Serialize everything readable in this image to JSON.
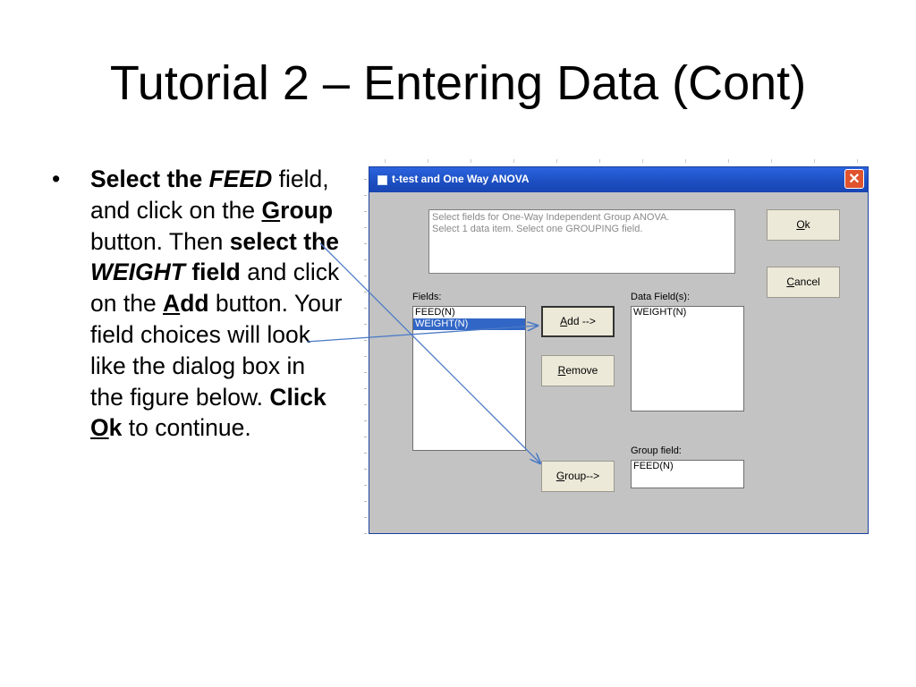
{
  "slide": {
    "title": "Tutorial 2 – Entering Data (Cont)",
    "bullet": {
      "dot": "•",
      "p1": "Select the ",
      "p2": "FEED",
      "p3": " field, and click on the ",
      "p4": "G",
      "p5": "roup",
      "p6": " button. Then ",
      "p7": "select the ",
      "p8": "WEIGHT",
      "p9": " field",
      "p10": " and click on the ",
      "p11": "A",
      "p12": "dd",
      "p13": " button. Your field choices will look like the dialog box in the figure below. ",
      "p14": "Click ",
      "p15": "O",
      "p16": "k",
      "p17": " to continue."
    }
  },
  "dialog": {
    "title": "t-test and One Way ANOVA",
    "close_label": "✕",
    "description_line1": "Select fields for One-Way Independent Group ANOVA.",
    "description_line2": "Select 1 data item. Select one GROUPING field.",
    "fields_label": "Fields:",
    "fields_items": [
      "FEED(N)",
      "WEIGHT(N)"
    ],
    "data_fields_label": "Data Field(s):",
    "data_fields_items": [
      "WEIGHT(N)"
    ],
    "group_field_label": "Group field:",
    "group_field_value": "FEED(N)",
    "buttons": {
      "ok": {
        "u": "O",
        "rest": "k"
      },
      "cancel": {
        "u": "C",
        "rest": "ancel"
      },
      "add": {
        "u": "A",
        "rest": "dd -->"
      },
      "remove": {
        "u": "R",
        "rest": "emove"
      },
      "group": {
        "u": "G",
        "rest": "roup-->"
      }
    }
  },
  "colors": {
    "titlebar": "#1c4ec0",
    "dialog_bg": "#c3c3c3",
    "selection": "#3166c6",
    "arrow": "#4a7ac6",
    "close": "#e0532f"
  }
}
